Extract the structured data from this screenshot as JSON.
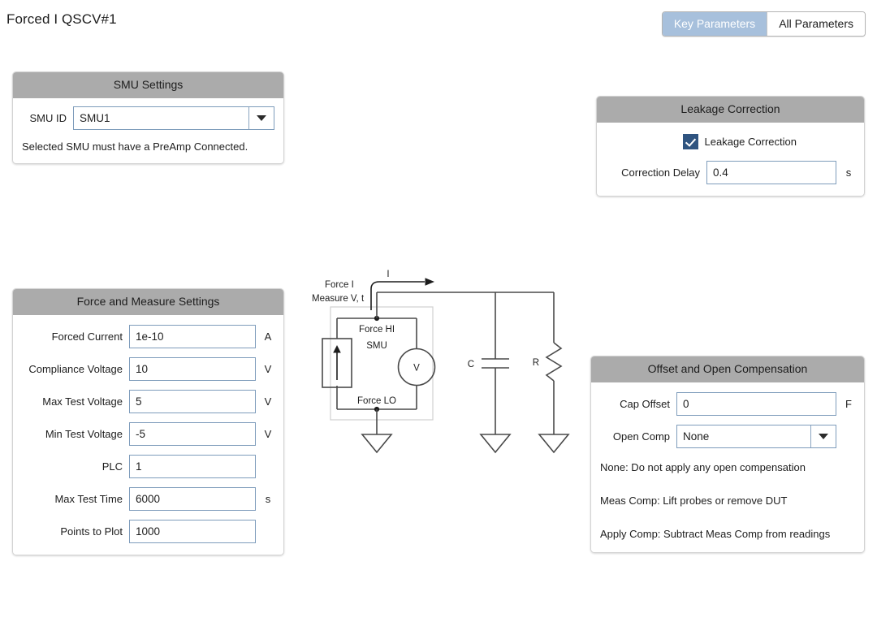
{
  "header": {
    "title": "Forced I QSCV#1",
    "toggle": {
      "key_label": "Key Parameters",
      "all_label": "All Parameters",
      "selected": "Key Parameters"
    }
  },
  "panels": {
    "smu_settings": {
      "title": "SMU Settings",
      "smu_id_label": "SMU ID",
      "smu_id_value": "SMU1",
      "note": "Selected SMU must have a PreAmp Connected."
    },
    "leakage_correction": {
      "title": "Leakage Correction",
      "checkbox_label": "Leakage Correction",
      "checkbox_checked": true,
      "delay_label": "Correction Delay",
      "delay_value": "0.4",
      "delay_unit": "s"
    },
    "force_and_measure": {
      "title": "Force and Measure Settings",
      "fields": [
        {
          "label": "Forced Current",
          "value": "1e-10",
          "unit": "A"
        },
        {
          "label": "Compliance Voltage",
          "value": "10",
          "unit": "V"
        },
        {
          "label": "Max Test Voltage",
          "value": "5",
          "unit": "V"
        },
        {
          "label": "Min Test Voltage",
          "value": "-5",
          "unit": "V"
        },
        {
          "label": "PLC",
          "value": "1",
          "unit": ""
        },
        {
          "label": "Max Test Time",
          "value": "6000",
          "unit": "s"
        },
        {
          "label": "Points to Plot",
          "value": "1000",
          "unit": ""
        }
      ]
    },
    "offset_and_open_compensation": {
      "title": "Offset and Open Compensation",
      "cap_offset_label": "Cap Offset",
      "cap_offset_value": "0",
      "cap_offset_unit": "F",
      "open_comp_label": "Open Comp",
      "open_comp_value": "None",
      "notes": [
        "None: Do not apply any open compensation",
        "Meas Comp: Lift probes or remove DUT",
        "Apply Comp: Subtract Meas Comp from readings"
      ]
    }
  },
  "circuit_diagram": {
    "labels": {
      "force_i": "Force I",
      "measure_vt": "Measure V, t",
      "current": "I",
      "force_hi": "Force HI",
      "smu": "SMU",
      "force_lo": "Force LO",
      "voltmeter": "V",
      "capacitor": "C",
      "resistor": "R"
    }
  },
  "colors": {
    "panel_header_gray": "#ababab",
    "input_border_blue": "#7e9cbb",
    "checkbox_fill": "#2f5480",
    "toggle_active": "#a7c0dc",
    "diagram_stroke": "#4a4a4a"
  }
}
